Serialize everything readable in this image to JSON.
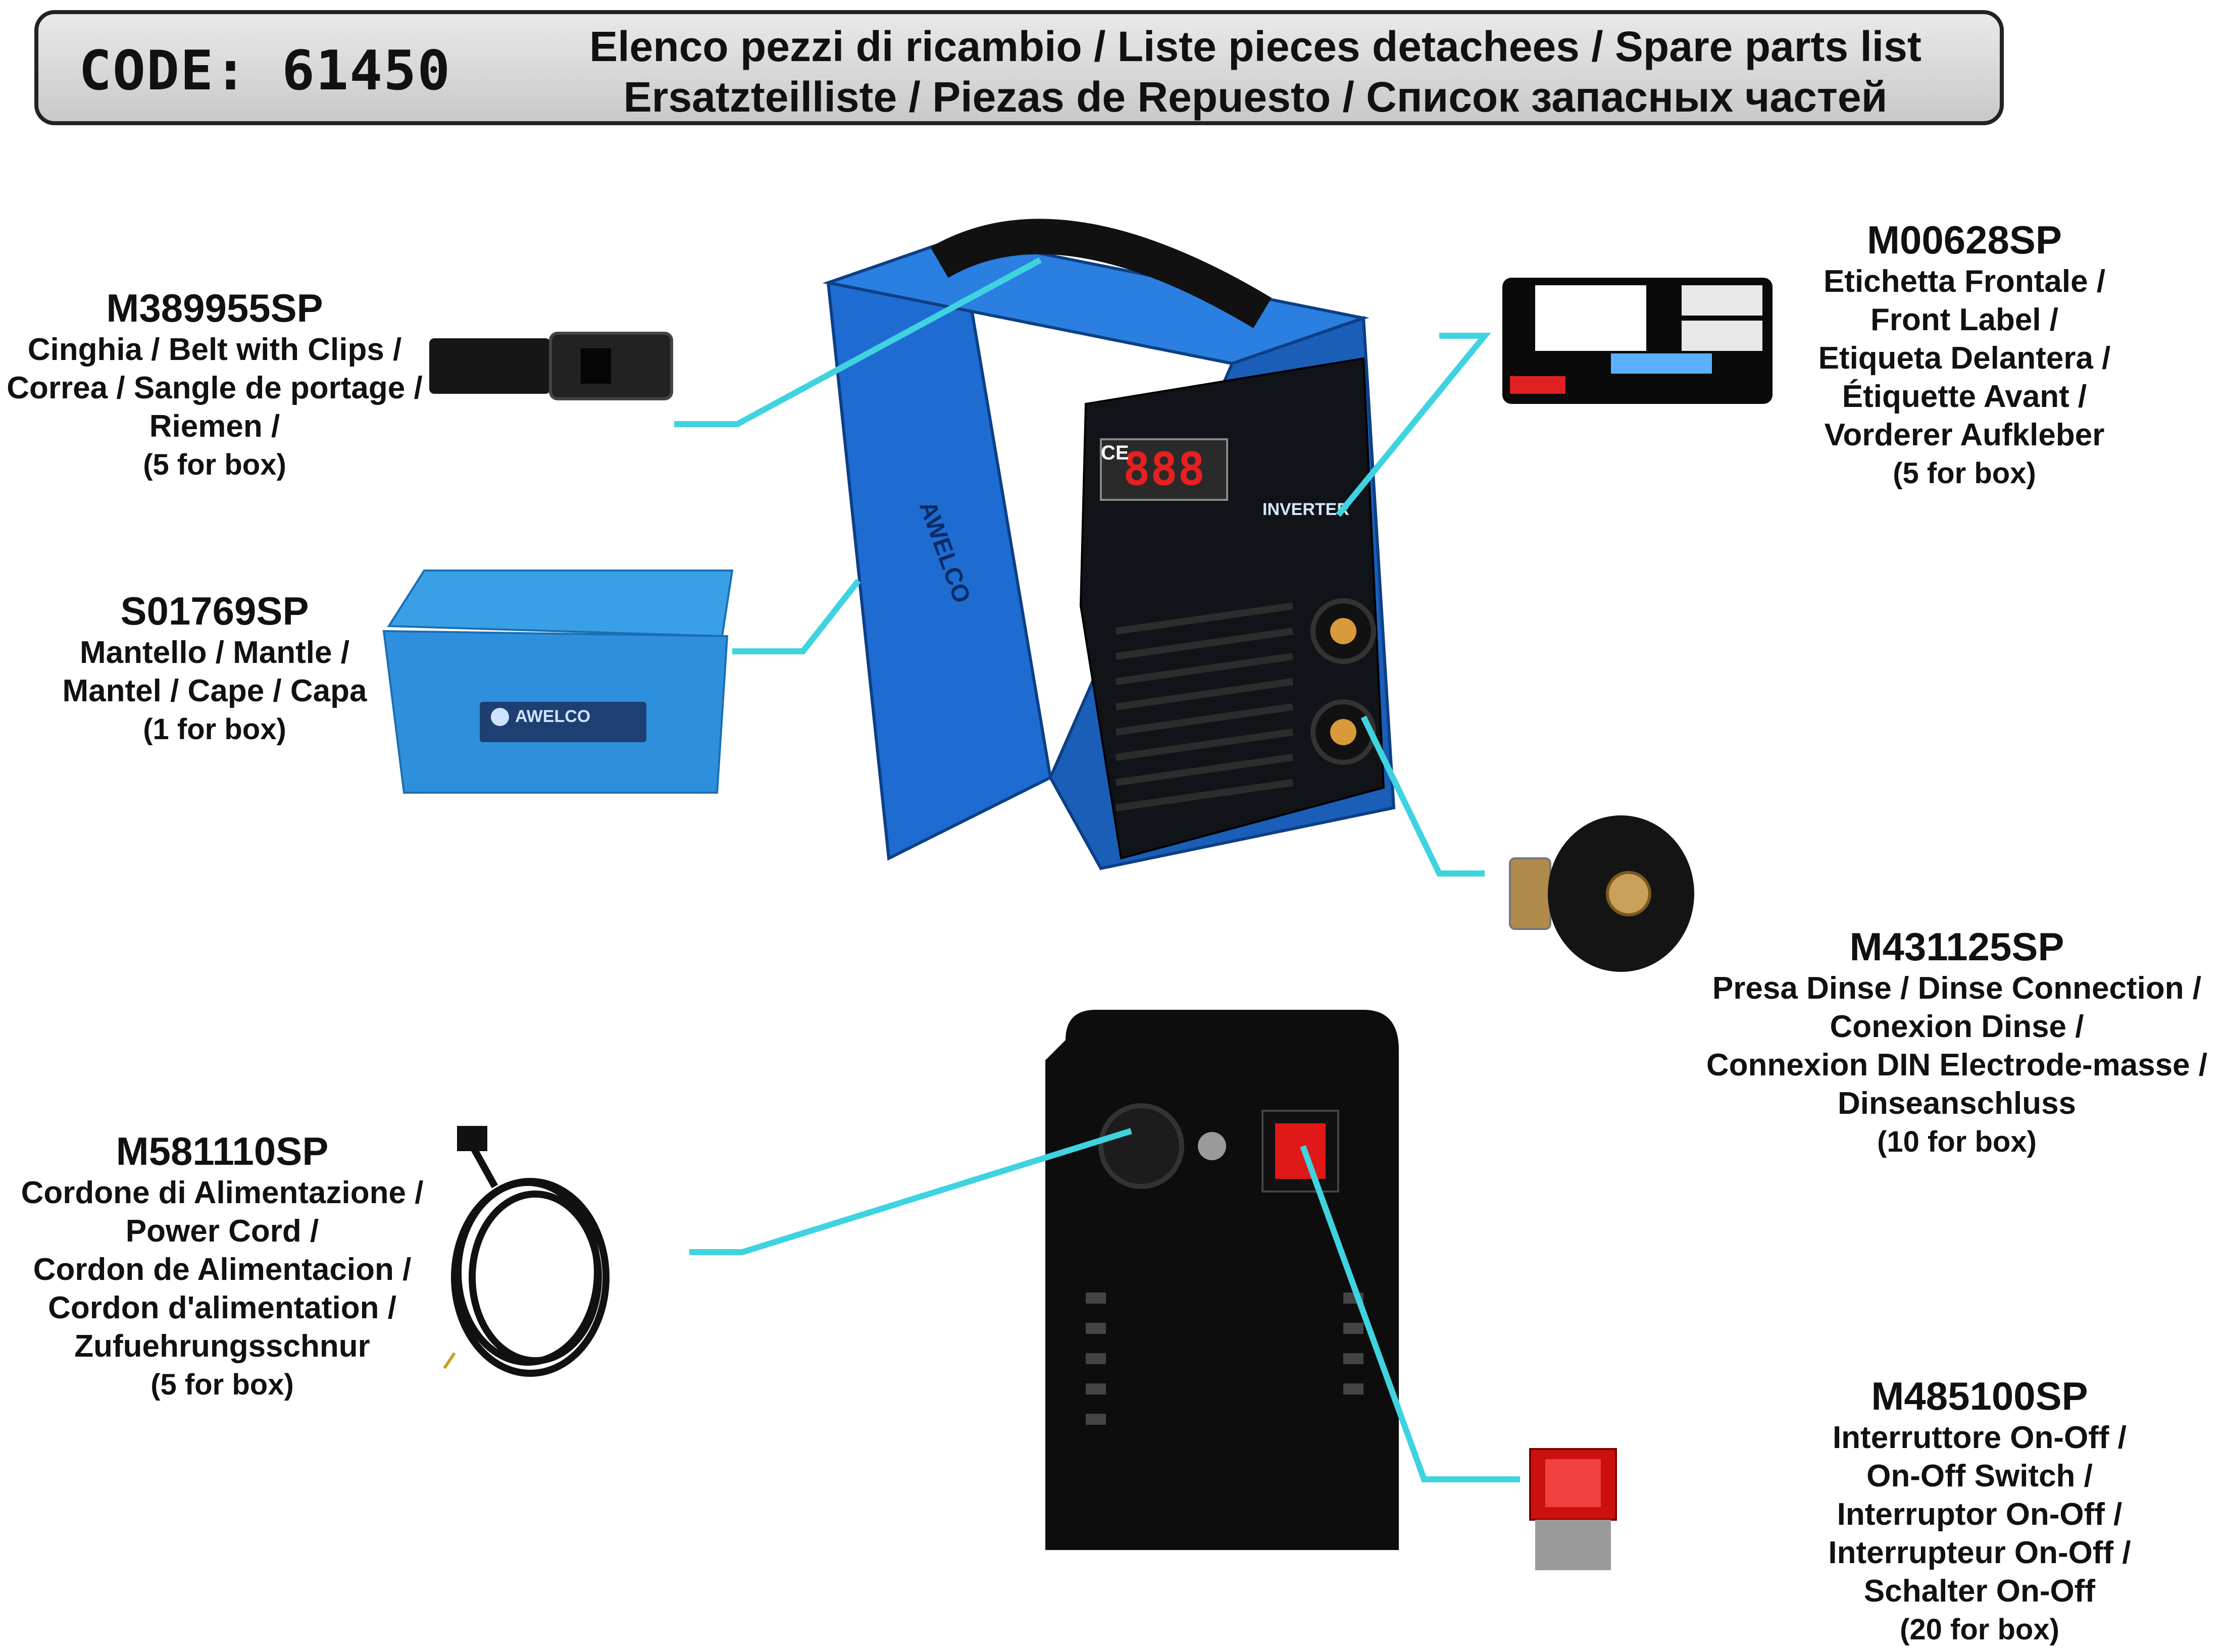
{
  "header": {
    "code": "CODE: 61450",
    "title_line1": "Elenco pezzi di ricambio / Liste pieces detachees / Spare parts list",
    "title_line2": "Ersatzteilliste / Piezas de Repuesto / Список запасных частей"
  },
  "parts": [
    {
      "code": "M389955SP",
      "lines": [
        "Cinghia / Belt with Clips /",
        "Correa / Sangle de portage /",
        "Riemen /"
      ],
      "qty": "(5 for box)"
    },
    {
      "code": "S01769SP",
      "lines": [
        "Mantello / Mantle /",
        "Mantel / Cape / Capa"
      ],
      "qty": "(1 for box)"
    },
    {
      "code": "M00628SP",
      "lines": [
        "Etichetta Frontale /",
        "Front Label /",
        "Etiqueta  Delantera /",
        "Étiquette Avant /",
        "Vorderer Aufkleber"
      ],
      "qty": "(5 for box)"
    },
    {
      "code": "M431125SP",
      "lines": [
        "Presa Dinse / Dinse Connection /",
        "Conexion Dinse /",
        "Connexion DIN Electrode-masse /",
        "Dinseanschluss"
      ],
      "qty": "(10 for box)"
    },
    {
      "code": "M581110SP",
      "lines": [
        "Cordone di Alimentazione  /",
        "Power Cord /",
        "Cordon de Alimentacion /",
        "Cordon d'alimentation /",
        "Zufuehrungsschnur"
      ],
      "qty": "(5 for box)"
    },
    {
      "code": "M485100SP",
      "lines": [
        "Interruttore On-Off /",
        "On-Off Switch /",
        "Interruptor On-Off /",
        "Interrupteur On-Off /",
        "Schalter On-Off"
      ],
      "qty": "(20 for box)"
    }
  ],
  "product_labels": {
    "brand": "AWELCO",
    "display": "888",
    "inverter": "INVERTER",
    "ce": "CE"
  },
  "colors": {
    "leader_line": "#3fd3e0",
    "machine_blue": "#1f6fd0",
    "switch_red": "#e01818"
  }
}
